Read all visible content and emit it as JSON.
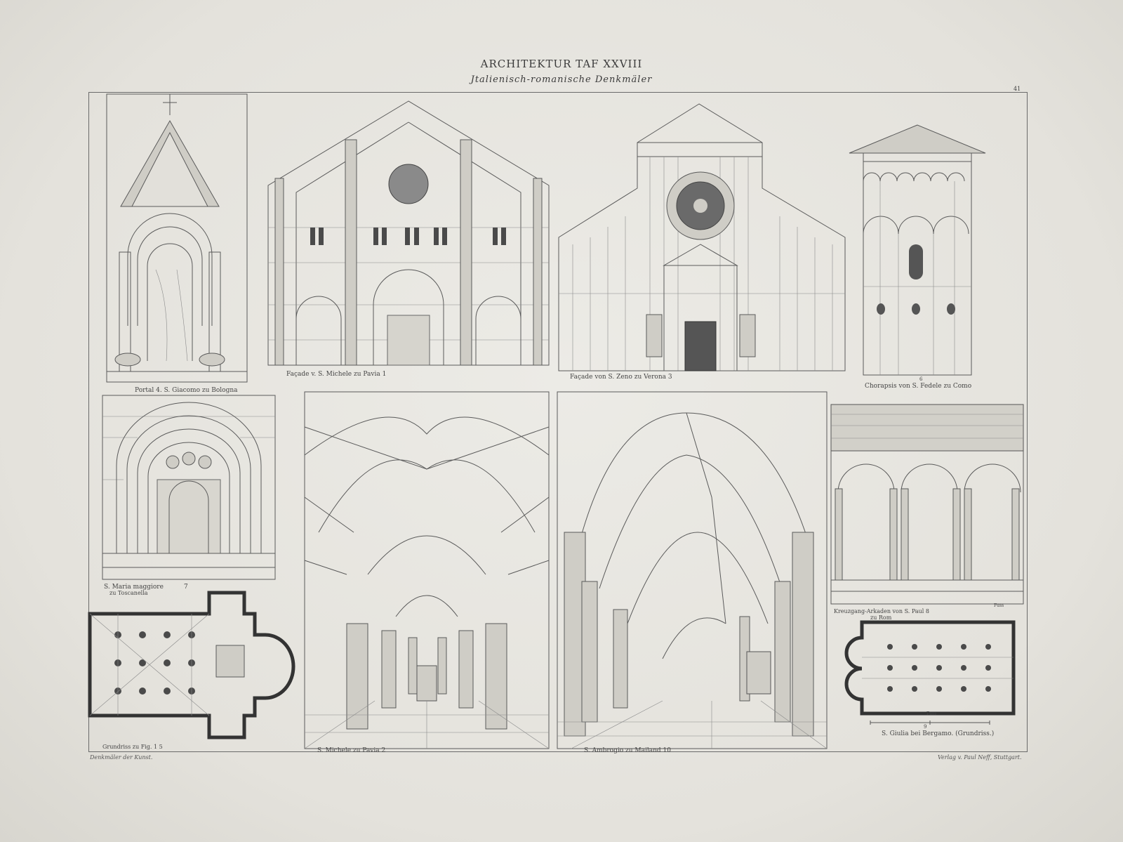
{
  "header": {
    "title": "ARCHITEKTUR TAF XXVIII",
    "subtitle": "Jtalienisch-romanische Denkmäler",
    "plate_number": "41"
  },
  "captions": {
    "fig4": "Portal   4.  S. Giacomo zu Bologna",
    "fig1": "Façade v. S. Michele zu Pavia   1",
    "fig3": "Façade von S. Zeno zu Verona   3",
    "fig6_num": "6",
    "fig6": "Chorapsis von S. Fedele zu Como",
    "fig7_line1": "S. Maria maggiore",
    "fig7_line2": "zu Toscanella",
    "fig7_num": "7",
    "fig5": "Grundriss zu Fig. 1       5",
    "fig2": "S. Michele  zu Pavia        2",
    "fig10": "S. Ambrogio zu Mailand       10",
    "fig8_line1": "Kreuzgang-Arkaden von S. Paul  8",
    "fig8_line2": "zu Rom",
    "fig9_num": "9",
    "fig9": "S. Giulia bei Bergamo. (Grundriss.)",
    "scale_label": "Fuss"
  },
  "footer": {
    "left": "Denkmäler der Kunst.",
    "right": "Verlag v. Paul Neff, Stuttgart."
  }
}
